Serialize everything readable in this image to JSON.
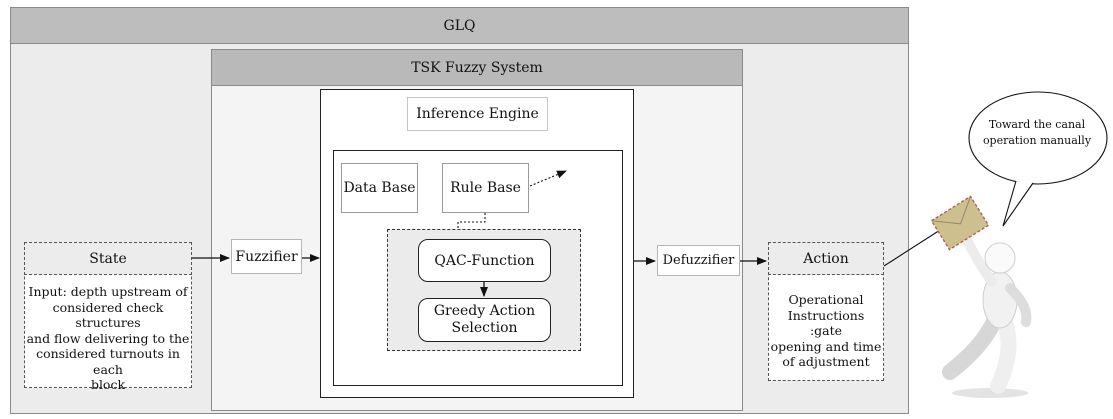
{
  "glq": {
    "title": "GLQ"
  },
  "tsk": {
    "title": "TSK Fuzzy System"
  },
  "inference": {
    "title": "Inference Engine",
    "data_base": "Data Base",
    "rule_base": "Rule Base",
    "qac_function": "QAC-Function",
    "greedy_line1": "Greedy Action",
    "greedy_line2": "Selection"
  },
  "fuzzifier": "Fuzzifier",
  "defuzzifier": "Defuzzifier",
  "state": {
    "title": "State",
    "lines": [
      "Input: depth upstream of",
      "considered check structures",
      "and flow delivering to the",
      "considered turnouts in each",
      "block"
    ]
  },
  "action": {
    "title": "Action",
    "lines": [
      "Operational",
      "Instructions :gate",
      "opening and time",
      "of adjustment"
    ]
  },
  "bubble": {
    "lines": [
      "Toward the canal",
      "operation manually"
    ]
  }
}
